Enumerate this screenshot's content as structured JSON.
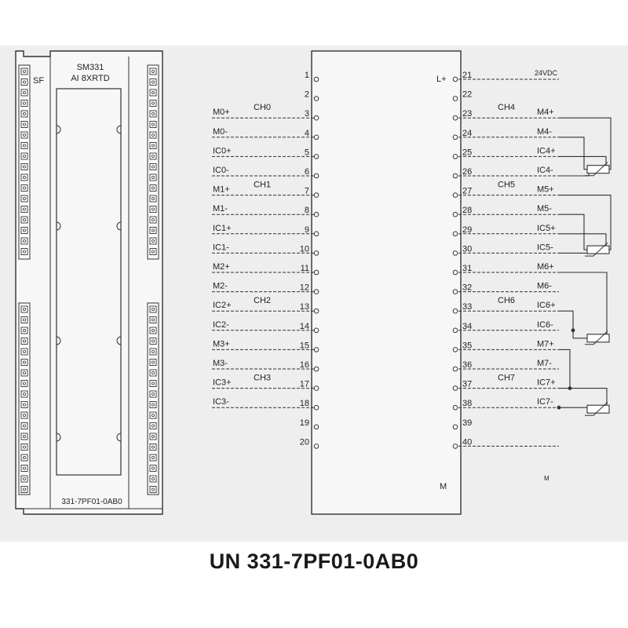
{
  "module": {
    "name": "SM331",
    "type": "AI 8XRTD",
    "status_led": "SF",
    "order_code": "331-7PF01-0AB0"
  },
  "supply": {
    "l_plus": "L+",
    "voltage": "24VDC",
    "m": "M",
    "m_label": "M"
  },
  "left_pins": [
    {
      "num": "1",
      "label": "",
      "channel": ""
    },
    {
      "num": "2",
      "label": "",
      "channel": ""
    },
    {
      "num": "3",
      "label": "M0+",
      "channel": "CH0"
    },
    {
      "num": "4",
      "label": "M0-",
      "channel": ""
    },
    {
      "num": "5",
      "label": "IC0+",
      "channel": ""
    },
    {
      "num": "6",
      "label": "IC0-",
      "channel": ""
    },
    {
      "num": "7",
      "label": "M1+",
      "channel": "CH1"
    },
    {
      "num": "8",
      "label": "M1-",
      "channel": ""
    },
    {
      "num": "9",
      "label": "IC1+",
      "channel": ""
    },
    {
      "num": "10",
      "label": "IC1-",
      "channel": ""
    },
    {
      "num": "11",
      "label": "M2+",
      "channel": ""
    },
    {
      "num": "12",
      "label": "M2-",
      "channel": ""
    },
    {
      "num": "13",
      "label": "IC2+",
      "channel": "CH2"
    },
    {
      "num": "14",
      "label": "IC2-",
      "channel": ""
    },
    {
      "num": "15",
      "label": "M3+",
      "channel": ""
    },
    {
      "num": "16",
      "label": "M3-",
      "channel": ""
    },
    {
      "num": "17",
      "label": "IC3+",
      "channel": "CH3"
    },
    {
      "num": "18",
      "label": "IC3-",
      "channel": ""
    },
    {
      "num": "19",
      "label": "",
      "channel": ""
    },
    {
      "num": "20",
      "label": "",
      "channel": ""
    }
  ],
  "right_pins": [
    {
      "num": "21",
      "label": "",
      "channel": ""
    },
    {
      "num": "22",
      "label": "",
      "channel": ""
    },
    {
      "num": "23",
      "label": "M4+",
      "channel": "CH4"
    },
    {
      "num": "24",
      "label": "M4-",
      "channel": ""
    },
    {
      "num": "25",
      "label": "IC4+",
      "channel": ""
    },
    {
      "num": "26",
      "label": "IC4-",
      "channel": ""
    },
    {
      "num": "27",
      "label": "M5+",
      "channel": "CH5"
    },
    {
      "num": "28",
      "label": "M5-",
      "channel": ""
    },
    {
      "num": "29",
      "label": "IC5+",
      "channel": ""
    },
    {
      "num": "30",
      "label": "IC5-",
      "channel": ""
    },
    {
      "num": "31",
      "label": "M6+",
      "channel": ""
    },
    {
      "num": "32",
      "label": "M6-",
      "channel": ""
    },
    {
      "num": "33",
      "label": "IC6+",
      "channel": "CH6"
    },
    {
      "num": "34",
      "label": "IC6-",
      "channel": ""
    },
    {
      "num": "35",
      "label": "M7+",
      "channel": ""
    },
    {
      "num": "36",
      "label": "M7-",
      "channel": ""
    },
    {
      "num": "37",
      "label": "IC7+",
      "channel": "CH7"
    },
    {
      "num": "38",
      "label": "IC7-",
      "channel": ""
    },
    {
      "num": "39",
      "label": "",
      "channel": ""
    },
    {
      "num": "40",
      "label": "",
      "channel": ""
    }
  ],
  "caption": "UN 331-7PF01-0AB0",
  "colors": {
    "line": "#333333",
    "panel": "#f2f2f2",
    "band": "#eeeeee"
  }
}
